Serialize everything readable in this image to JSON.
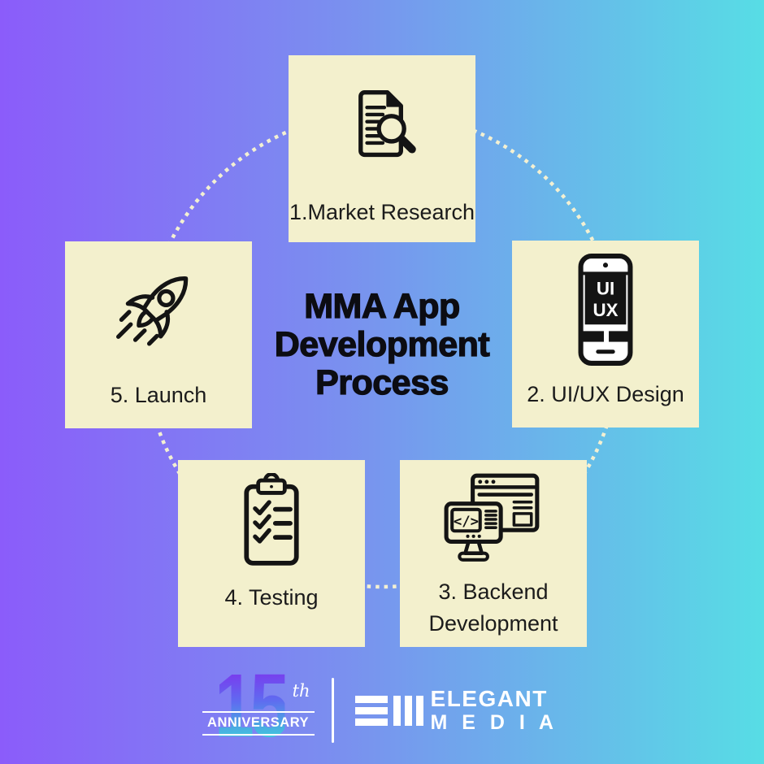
{
  "title": {
    "lines": [
      "MMA App",
      "Development",
      "Process"
    ]
  },
  "steps": [
    {
      "label": "1.Market Research",
      "icon": "market-research-icon"
    },
    {
      "label": "2. UI/UX Design",
      "icon": "uiux-design-icon",
      "icon_text": [
        "UI",
        "UX"
      ]
    },
    {
      "label": "3. Backend Development",
      "icon": "backend-development-icon",
      "icon_text": "</>"
    },
    {
      "label": "4. Testing",
      "icon": "testing-icon"
    },
    {
      "label": "5. Launch",
      "icon": "launch-icon"
    }
  ],
  "footer": {
    "anniversary": {
      "number": "15",
      "suffix": "th",
      "label": "ANNIVERSARY"
    },
    "brand": {
      "name_top": "ELEGANT",
      "name_bottom": "M E D I A"
    }
  },
  "colors": {
    "background_gradient_start": "#8b5cfa",
    "background_gradient_end": "#57dde5",
    "card_background": "#f3f0cd",
    "dotted_circle": "#f3f0d2",
    "icon_and_text": "#141414",
    "footer_white": "#ffffff",
    "anniversary_gradient_top": "#7e33ee",
    "anniversary_gradient_bottom": "#3ecfda"
  }
}
